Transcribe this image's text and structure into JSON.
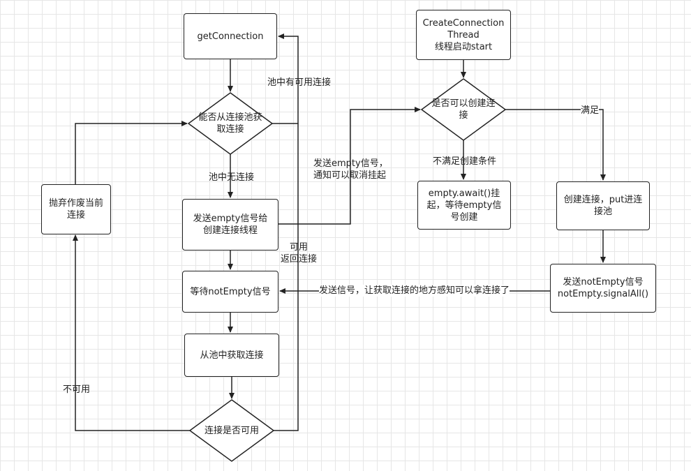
{
  "nodes": {
    "get_connection": "getConnection",
    "can_get_from_pool": "能否从连接池获\n取连接",
    "send_empty_signal": "发送empty信号给\n创建连接线程",
    "wait_not_empty": "等待notEmpty信号",
    "get_from_pool": "从池中获取连接",
    "is_connection_usable": "连接是否可用",
    "discard_connection": "抛弃作废当前\n连接",
    "create_thread_start": "CreateConnection\nThread\n线程启动start",
    "can_create": "是否可以创建连\n接",
    "empty_await": "empty.await()挂\n起，等待empty信\n号创建",
    "create_and_put": "创建连接，put进连\n接池",
    "send_not_empty_signal": "发送notEmpty信号\nnotEmpty.signalAll()"
  },
  "edge_labels": {
    "pool_has_available": "池中有可用连接",
    "pool_has_none": "池中无连接",
    "usable_return": "可用\n返回连接",
    "not_usable": "不可用",
    "send_empty_notify": "发送empty信号，\n通知可以取消挂起",
    "not_meet_condition": "不满足创建条件",
    "meet_condition": "满足",
    "signal_notify": "发送信号，让获取连接的地方感知可以拿连接了"
  },
  "colors": {
    "stroke": "#222222",
    "grid": "#e6e6e6",
    "background": "#ffffff"
  }
}
